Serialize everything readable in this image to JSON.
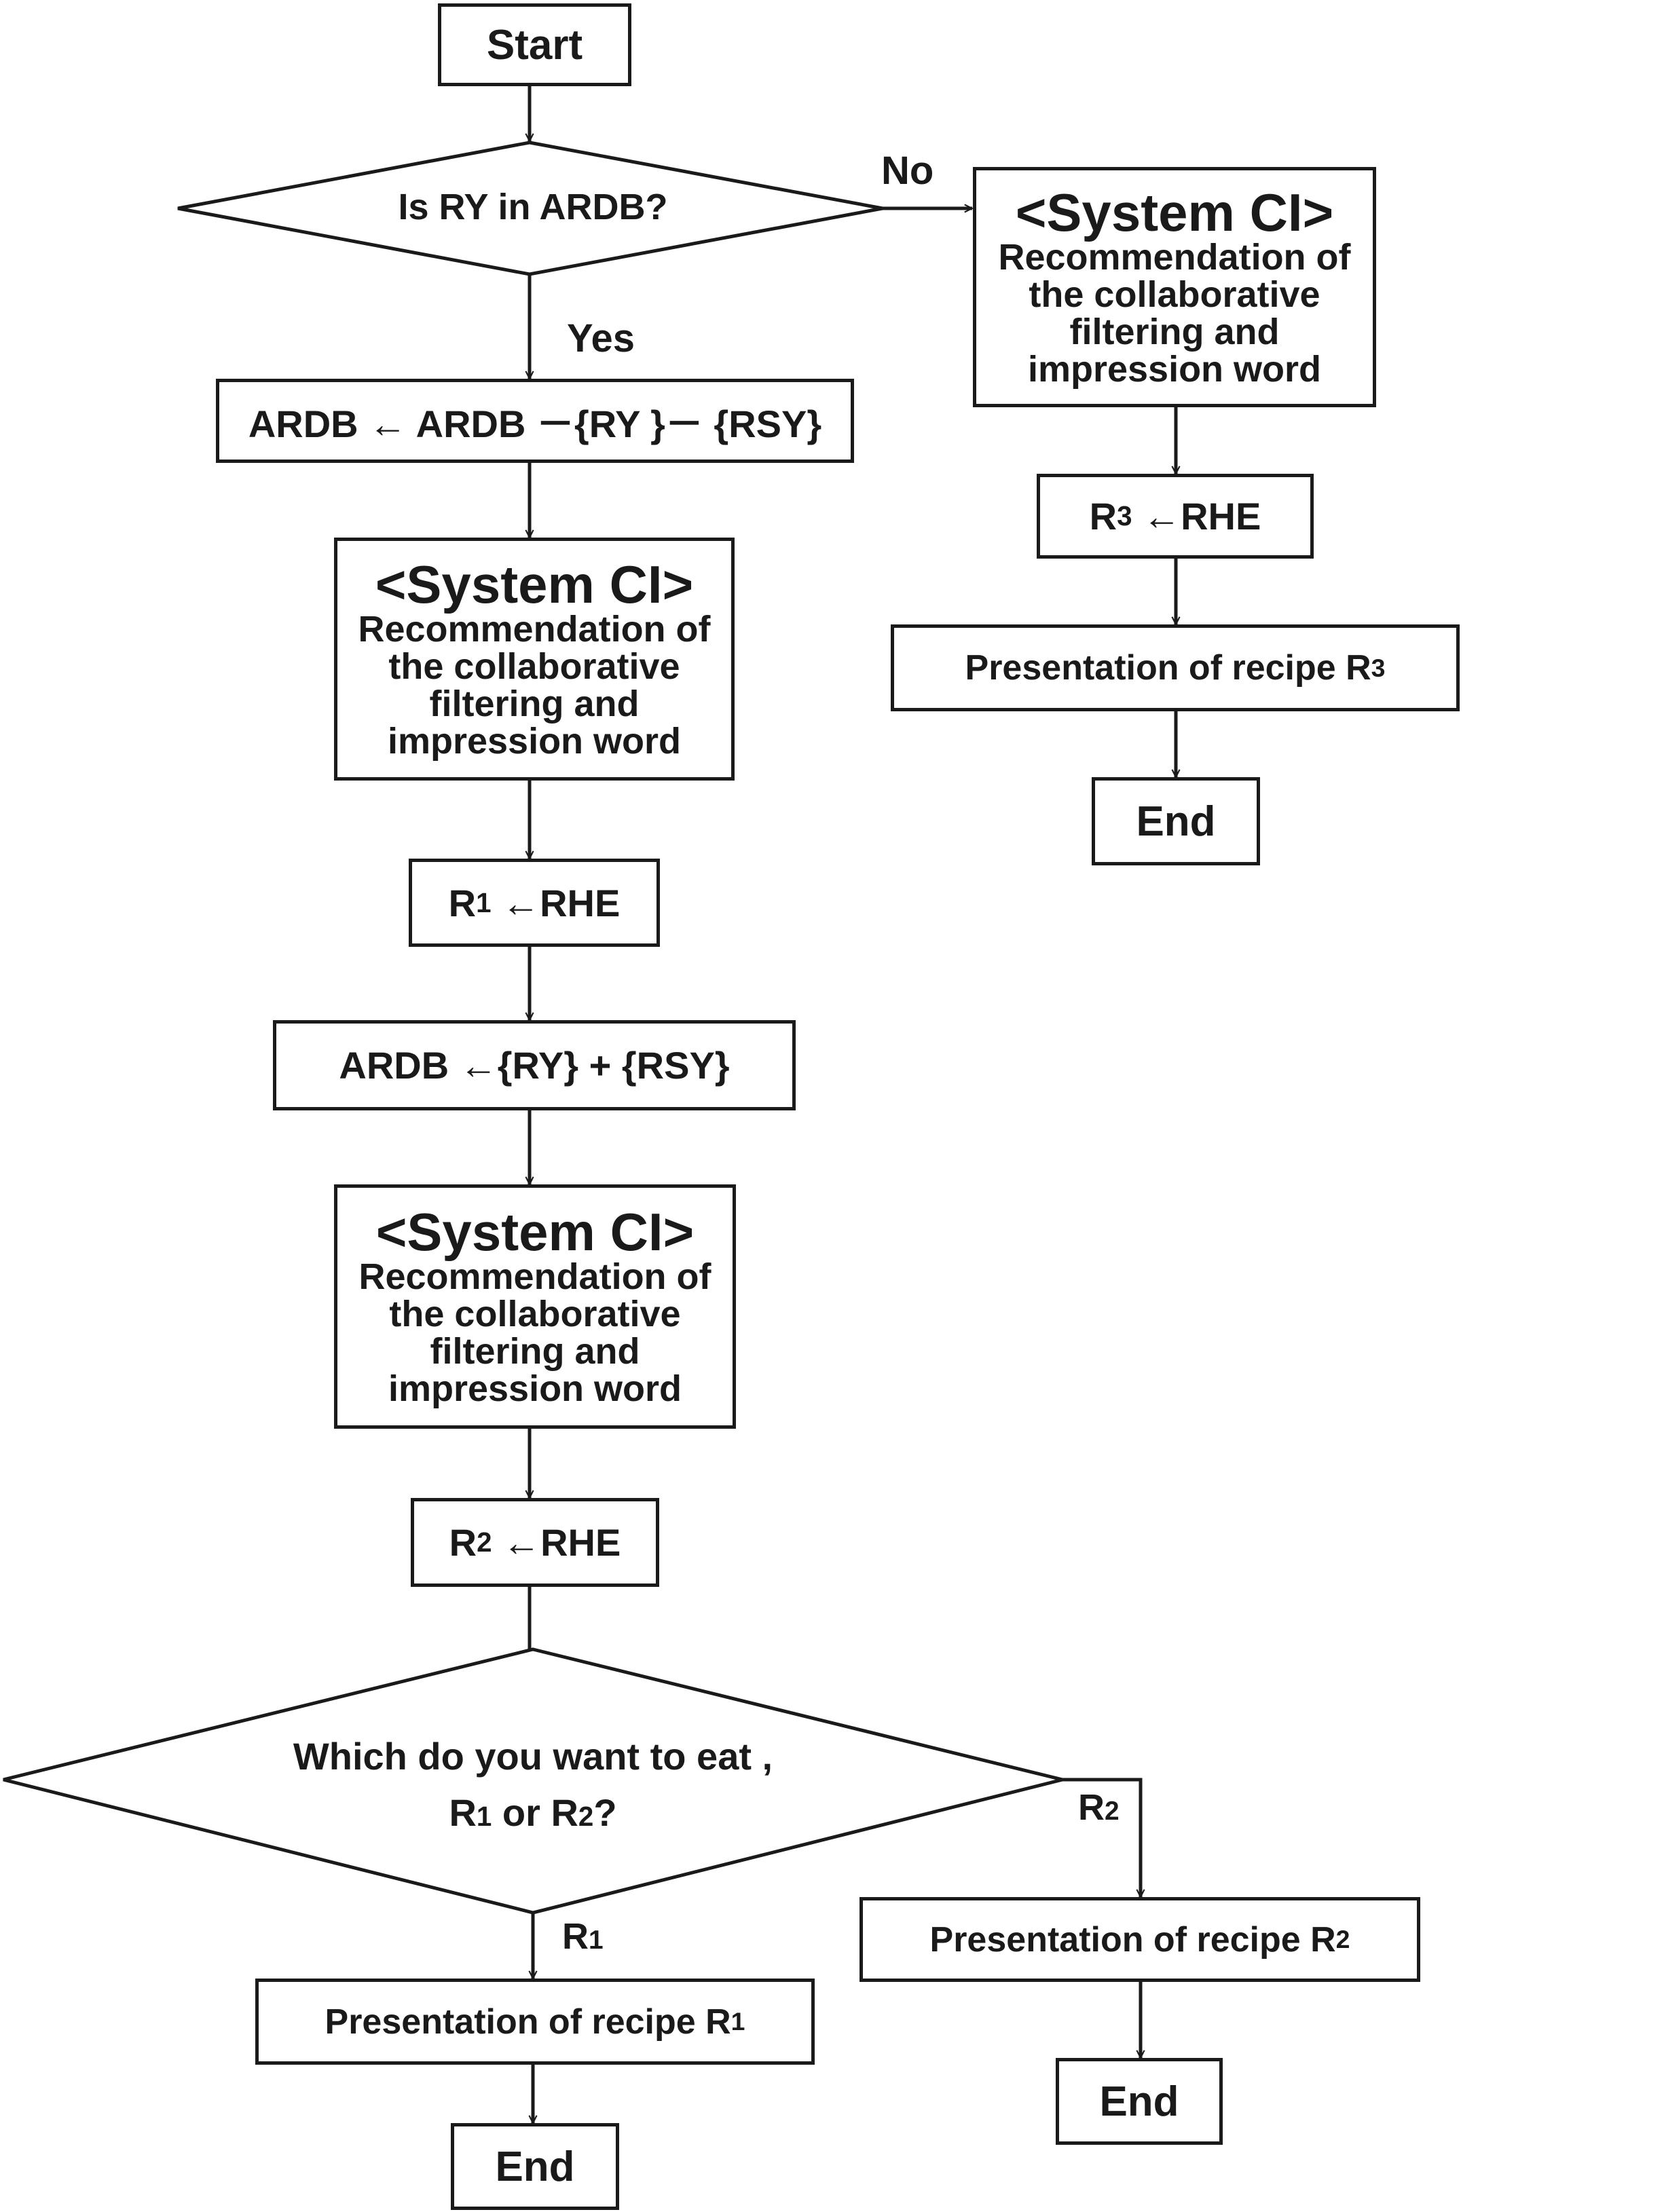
{
  "start": "Start",
  "decision1": "Is RY in ARDB?",
  "label_no": "No",
  "label_yes": "Yes",
  "remove_step": "ARDB ← ARDB －{RY }－ {RSY}",
  "system_block": {
    "title": "<System CI>",
    "lines": [
      "Recommendation of",
      "the collaborative",
      "filtering and",
      "impression word"
    ]
  },
  "r1_prefix": "R",
  "r1_sub": "1",
  "r2_prefix": "R",
  "r2_sub": "2",
  "r3_prefix": "R",
  "r3_sub": "3",
  "rhe_suffix": " ←RHE",
  "add_step": "ARDB ←{RY} + {RSY}",
  "decision2_line1": "Which do you want to eat ,",
  "decision2_r1": "R",
  "decision2_or": " or R",
  "decision2_end": "?",
  "label_r1_main": "R",
  "label_r2_main": "R",
  "presentation_prefix": "Presentation of recipe R",
  "end": "End"
}
